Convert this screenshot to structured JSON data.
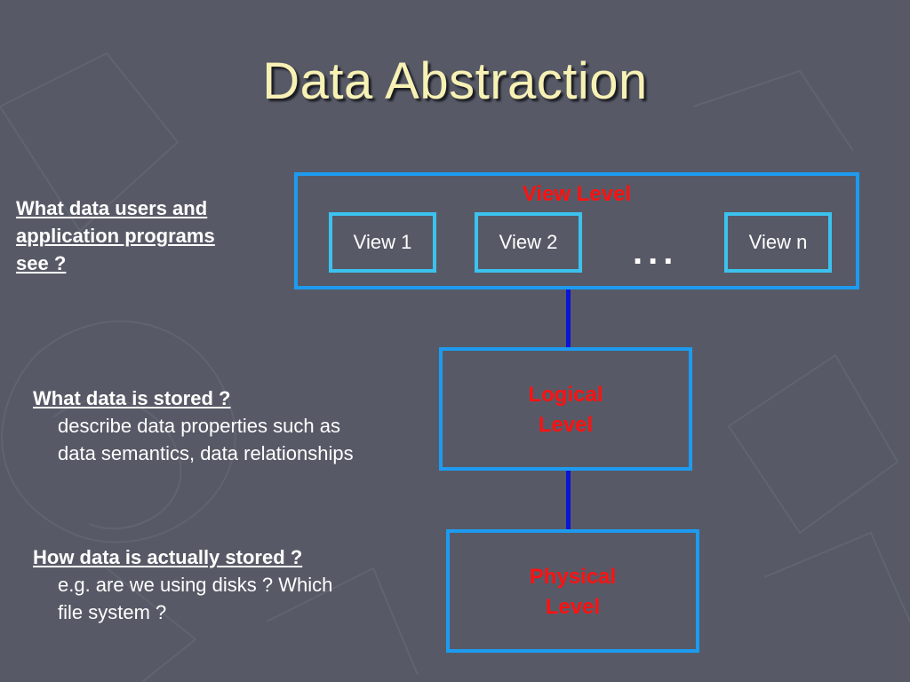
{
  "slide": {
    "title": "Data Abstraction",
    "colors": {
      "background": "#575a66",
      "title": "#f7f1b5",
      "level_box_border": "#1d9bf0",
      "view_box_border": "#3cc2ee",
      "level_label": "#ff1111",
      "connector": "#0a14d6",
      "note_text": "#ffffff"
    }
  },
  "diagram": {
    "view_level": {
      "label": "View Level",
      "views": [
        "View 1",
        "View 2",
        "View n"
      ],
      "ellipsis": "..."
    },
    "logical_level": {
      "line1": "Logical",
      "line2": "Level"
    },
    "physical_level": {
      "line1": "Physical",
      "line2": "Level"
    }
  },
  "notes": {
    "view": {
      "line1": "What data users and",
      "line2": "application programs",
      "line3": "see ?"
    },
    "logical": {
      "heading": "What data is stored ?",
      "body1": "describe data properties such as",
      "body2": "data semantics, data relationships"
    },
    "physical": {
      "heading": "How data is actually stored ?",
      "body1": "e.g. are we using disks ? Which",
      "body2": "file system ?"
    }
  }
}
